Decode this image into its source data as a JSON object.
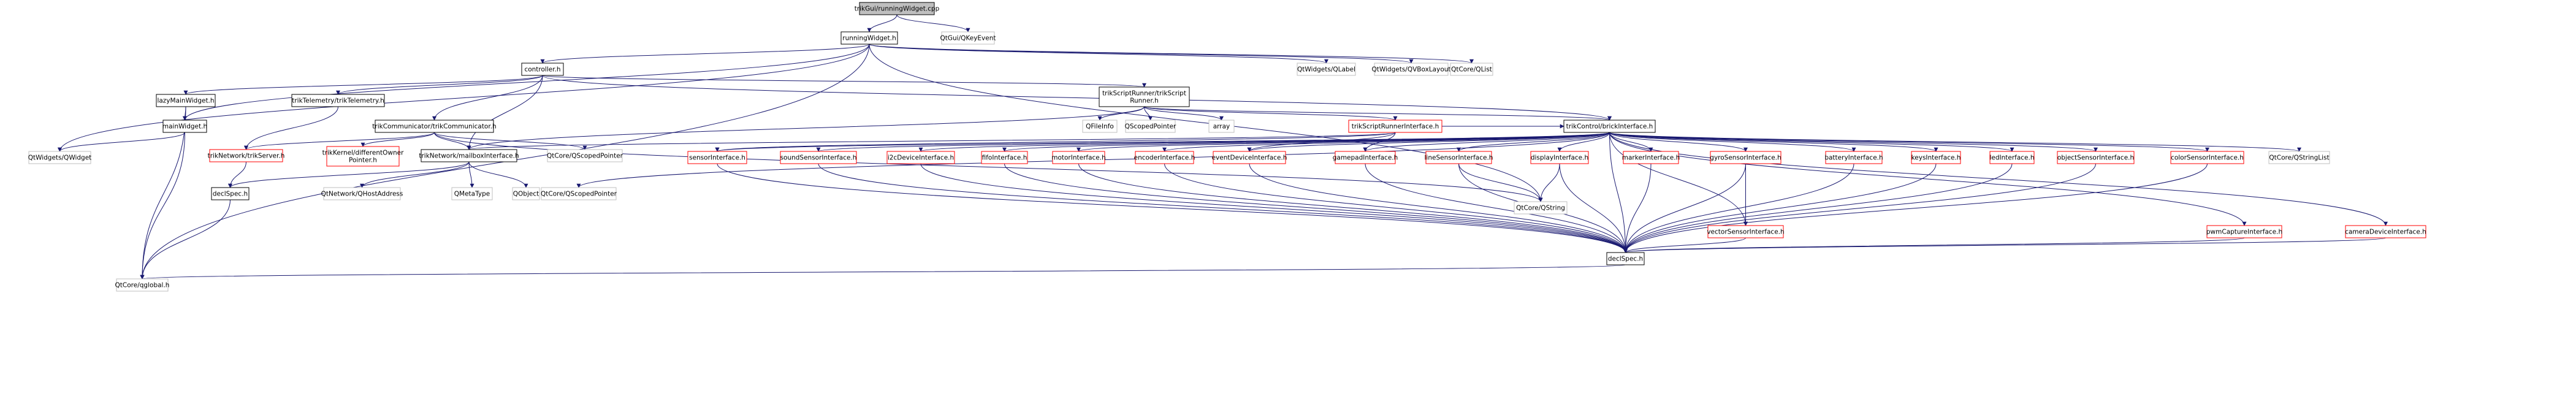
{
  "colors": {
    "edge": "#191970",
    "border_normal": "#000000",
    "border_red": "#ff0000",
    "border_grey": "#bfbfbf",
    "fill_root": "#bfbfbf",
    "fill": "#ffffff",
    "text": "#000000"
  },
  "nodes": [
    {
      "id": "runningwidget_cpp",
      "lines": [
        "trikGui/runningWidget.cpp"
      ],
      "style": "root"
    },
    {
      "id": "runningwidget_h",
      "lines": [
        "runningWidget.h"
      ],
      "style": "normal"
    },
    {
      "id": "qkeyevent",
      "lines": [
        "QtGui/QKeyEvent"
      ],
      "style": "grey"
    },
    {
      "id": "controller_h",
      "lines": [
        "controller.h"
      ],
      "style": "normal"
    },
    {
      "id": "qlabel",
      "lines": [
        "QtWidgets/QLabel"
      ],
      "style": "grey"
    },
    {
      "id": "qvboxlayout",
      "lines": [
        "QtWidgets/QVBoxLayout"
      ],
      "style": "grey"
    },
    {
      "id": "qlist",
      "lines": [
        "QtCore/QList"
      ],
      "style": "grey"
    },
    {
      "id": "lazymainwidget_h",
      "lines": [
        "lazyMainWidget.h"
      ],
      "style": "normal"
    },
    {
      "id": "telemetry_h",
      "lines": [
        "trikTelemetry/trikTelemetry.h"
      ],
      "style": "normal"
    },
    {
      "id": "scriptrunner_h",
      "lines": [
        "trikScriptRunner/trikScript",
        "Runner.h"
      ],
      "style": "normal"
    },
    {
      "id": "mainwidget_h",
      "lines": [
        "mainWidget.h"
      ],
      "style": "normal"
    },
    {
      "id": "communicator_h",
      "lines": [
        "trikCommunicator/trikCommunicator.h"
      ],
      "style": "normal"
    },
    {
      "id": "qwidget",
      "lines": [
        "QtWidgets/QWidget"
      ],
      "style": "grey"
    },
    {
      "id": "trikserver_h",
      "lines": [
        "trikNetwork/trikServer.h"
      ],
      "style": "red"
    },
    {
      "id": "idparentowner_h",
      "lines": [
        "trikKernel/differentOwner",
        "Pointer.h"
      ],
      "style": "red"
    },
    {
      "id": "mailboxinterface_h",
      "lines": [
        "trikNetwork/mailboxInterface.h"
      ],
      "style": "normal"
    },
    {
      "id": "qscopedpointer_a",
      "lines": [
        "QtCore/QScopedPointer"
      ],
      "style": "grey"
    },
    {
      "id": "qfileinfo",
      "lines": [
        "QFileInfo"
      ],
      "style": "grey"
    },
    {
      "id": "qscopedpointer_b",
      "lines": [
        "QScopedPointer"
      ],
      "style": "grey"
    },
    {
      "id": "array",
      "lines": [
        "array"
      ],
      "style": "grey"
    },
    {
      "id": "scriptrunnerinterface_h",
      "lines": [
        "trikScriptRunnerInterface.h"
      ],
      "style": "red"
    },
    {
      "id": "brickinterface_h",
      "lines": [
        "trikControl/brickInterface.h"
      ],
      "style": "normal"
    },
    {
      "id": "sensorinterface_h",
      "lines": [
        "sensorInterface.h"
      ],
      "style": "red"
    },
    {
      "id": "soundsensorinterface_h",
      "lines": [
        "soundSensorInterface.h"
      ],
      "style": "red"
    },
    {
      "id": "i2cdeviceinterface_h",
      "lines": [
        "i2cDeviceInterface.h"
      ],
      "style": "red"
    },
    {
      "id": "fifointerface_h",
      "lines": [
        "fifoInterface.h"
      ],
      "style": "red"
    },
    {
      "id": "motorinterface_h",
      "lines": [
        "motorInterface.h"
      ],
      "style": "red"
    },
    {
      "id": "encoderinterface_h",
      "lines": [
        "encoderInterface.h"
      ],
      "style": "red"
    },
    {
      "id": "eventdeviceinterface_h",
      "lines": [
        "eventDeviceInterface.h"
      ],
      "style": "red"
    },
    {
      "id": "gamepadinterface_h",
      "lines": [
        "gamepadInterface.h"
      ],
      "style": "red"
    },
    {
      "id": "linesensorinterface_h",
      "lines": [
        "lineSensorInterface.h"
      ],
      "style": "red"
    },
    {
      "id": "displayinterface_h",
      "lines": [
        "displayInterface.h"
      ],
      "style": "red"
    },
    {
      "id": "markerinterface_h",
      "lines": [
        "markerInterface.h"
      ],
      "style": "red"
    },
    {
      "id": "gyrosensorinterface_h",
      "lines": [
        "gyroSensorInterface.h"
      ],
      "style": "red"
    },
    {
      "id": "batteryinterface_h",
      "lines": [
        "batteryInterface.h"
      ],
      "style": "red"
    },
    {
      "id": "keysinterface_h",
      "lines": [
        "keysInterface.h"
      ],
      "style": "red"
    },
    {
      "id": "ledinterface_h",
      "lines": [
        "ledInterface.h"
      ],
      "style": "red"
    },
    {
      "id": "objectsensorinterface_h",
      "lines": [
        "objectSensorInterface.h"
      ],
      "style": "red"
    },
    {
      "id": "colorsensorinterface_h",
      "lines": [
        "colorSensorInterface.h"
      ],
      "style": "red"
    },
    {
      "id": "qstringlist",
      "lines": [
        "QtCore/QStringList"
      ],
      "style": "grey"
    },
    {
      "id": "qscopedpointer_c",
      "lines": [
        "QtCore/QScopedPointer"
      ],
      "style": "grey"
    },
    {
      "id": "declspec_a",
      "lines": [
        "declSpec.h"
      ],
      "style": "normal"
    },
    {
      "id": "qhostaddress",
      "lines": [
        "QtNetwork/QHostAddress"
      ],
      "style": "grey"
    },
    {
      "id": "qmetatype",
      "lines": [
        "QMetaType"
      ],
      "style": "grey"
    },
    {
      "id": "qobject",
      "lines": [
        "QObject"
      ],
      "style": "grey"
    },
    {
      "id": "qstring",
      "lines": [
        "QtCore/QString"
      ],
      "style": "grey"
    },
    {
      "id": "vectorsensorinterface_h",
      "lines": [
        "vectorSensorInterface.h"
      ],
      "style": "red"
    },
    {
      "id": "pwmcaptureinterface_h",
      "lines": [
        "pwmCaptureInterface.h"
      ],
      "style": "red"
    },
    {
      "id": "cameradeviceinterface_h",
      "lines": [
        "cameraDeviceInterface.h"
      ],
      "style": "red"
    },
    {
      "id": "declspec_b",
      "lines": [
        "declSpec.h"
      ],
      "style": "normal"
    },
    {
      "id": "qtglobal",
      "lines": [
        "QtCore/qglobal.h"
      ],
      "style": "grey"
    }
  ]
}
